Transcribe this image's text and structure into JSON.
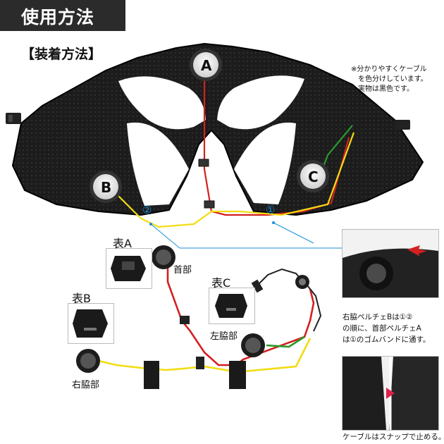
{
  "header": {
    "title": "使用方法"
  },
  "section": {
    "title": "【装着方法】"
  },
  "note": {
    "lines": [
      "※分かりやすくケーブル",
      "　を色分けしています。",
      "　実物は黒色です。"
    ]
  },
  "markers": {
    "a": "A",
    "b": "B",
    "c": "C",
    "band1": "①",
    "band2": "②"
  },
  "labels": {
    "face_a": "表A",
    "face_b": "表B",
    "face_c": "表C",
    "neck": "首部",
    "left_side": "左脇部",
    "right_side": "右脇部"
  },
  "caption_right": {
    "lines": [
      "右脇ペルチェBは①②",
      "の順に、首部ペルチェA",
      "は①のゴムバンドに通す。"
    ]
  },
  "caption_bottom": "ケーブルはスナップで止める。",
  "colors": {
    "cable_red": "#d42020",
    "cable_yellow": "#f2dc12",
    "cable_green": "#2a9a2a",
    "accent_blue": "#1a8fd6"
  }
}
